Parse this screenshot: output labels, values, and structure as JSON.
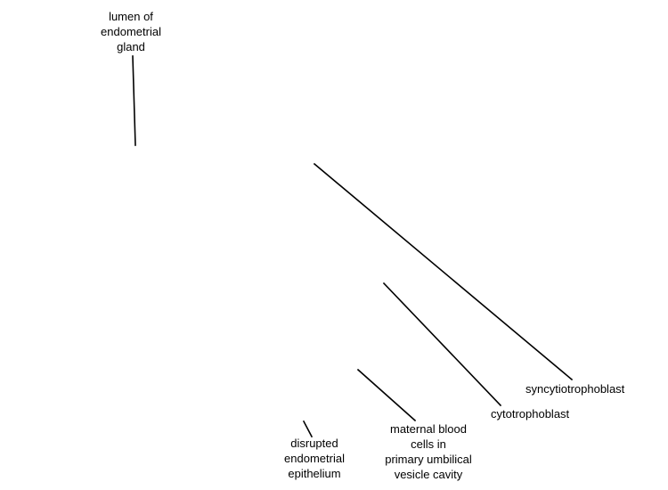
{
  "labels": {
    "lumen": [
      "lumen of",
      "endometrial",
      "gland"
    ],
    "syncytiotrophoblast": "syncytiotrophoblast",
    "cytotrophoblast": "cytotrophoblast",
    "maternal_blood": [
      "maternal blood",
      "cells in",
      "primary umbilical",
      "vesicle cavity"
    ],
    "disrupted_epithelium": [
      "disrupted",
      "endometrial",
      "epithelium"
    ]
  }
}
